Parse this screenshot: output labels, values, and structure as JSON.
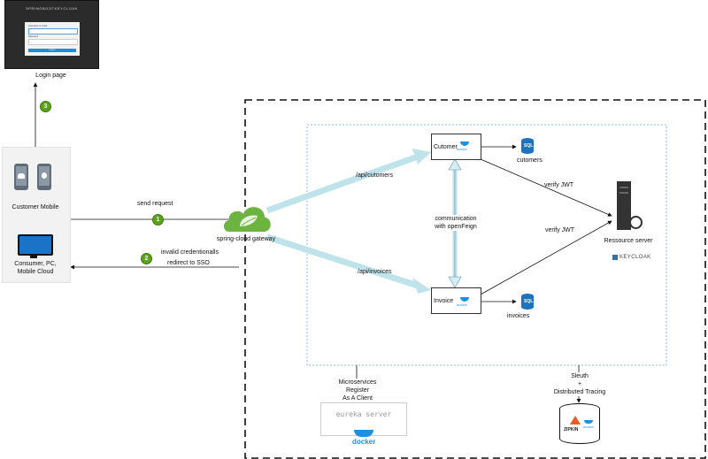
{
  "login": {
    "brand": "SPRINGBOOTKEYCLOAK",
    "username_label": "Username or email",
    "password_label": "Password",
    "button_label": "Log In",
    "caption": "Login page"
  },
  "clients": {
    "mobile_label": "Customer Mobile",
    "pc_label": "Consumer, PC,\nMobile Cloud"
  },
  "flows": {
    "send_request": "send request",
    "invalid_credentials": "invalid credentionalls",
    "redirect_sso": "redirect to SSO",
    "api_customers": "/api/cutomers",
    "api_invoices": "/api/invoices",
    "verify_jwt_1": "verify JWT",
    "verify_jwt_2": "verify JWT",
    "communication": "communication\nwith openFeign",
    "register": "Microservices Register\nAs A Client",
    "sleuth": "Sleuth\n+\nDistributed Tracing"
  },
  "steps": {
    "one": "1",
    "two": "2",
    "three": "3"
  },
  "gateway": {
    "label": "spring-cloud gateway"
  },
  "services": {
    "customer": {
      "label": "Cutomer",
      "docker": "docker"
    },
    "invoice": {
      "label": "Invoice",
      "docker": "docker"
    }
  },
  "databases": {
    "customers": "cutomers",
    "invoices": "invoices",
    "sql": "SQL"
  },
  "resource_server": {
    "label": "Ressource server",
    "brand": "KEYCLOAK"
  },
  "eureka": {
    "label": "eureka server",
    "docker": "docker"
  },
  "zipkin": {
    "label": "ZIPKIN",
    "docker": "docker"
  },
  "colors": {
    "step_badge": "#5aa418",
    "flow_arrow": "#bfe3ea",
    "docker_blue": "#1d91e0",
    "sql_blue": "#1e73be"
  }
}
